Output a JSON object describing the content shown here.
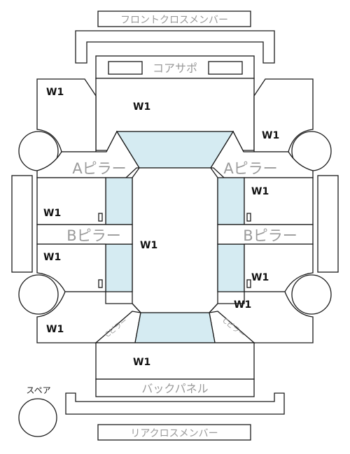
{
  "labels": {
    "front_cross_member": "フロントクロスメンバー",
    "core_support": "コアサポ",
    "a_pillar_left": "Aピラー",
    "a_pillar_right": "Aピラー",
    "b_pillar_left": "Bピラー",
    "b_pillar_right": "Bピラー",
    "back_panel": "バックパネル",
    "rear_cross_member": "リアクロスメンバー",
    "spare": "スペア",
    "c_pillar_left": "Cピラー",
    "c_pillar_right": "Cピラー"
  },
  "ratings": {
    "front_left_fender": "W1",
    "hood": "W1",
    "front_right_fender": "W1",
    "front_left_door": "W1",
    "front_right_door": "W1",
    "roof": "W1",
    "rear_left_door": "W1",
    "rear_right_door": "W1",
    "rear_right_quarter": "W1",
    "rear_left_quarter": "W1",
    "trunk": "W1"
  },
  "colors": {
    "glass": "#d5ebf2",
    "outline": "#1a1a1a",
    "label_text": "#9a9a9a"
  }
}
